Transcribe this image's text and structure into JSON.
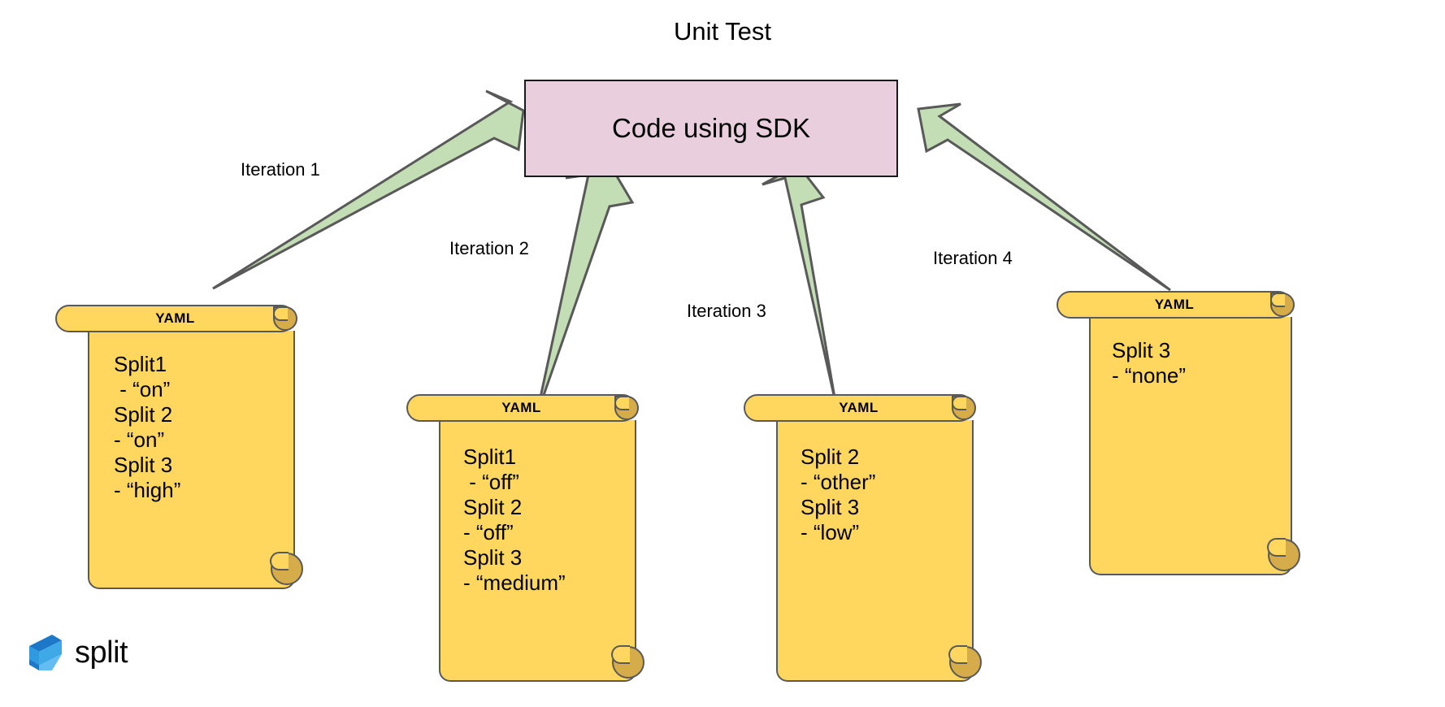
{
  "title": "Unit Test",
  "process": {
    "label": "Code using SDK",
    "fill": "#e9cfdd",
    "stroke": "#1a1a1a"
  },
  "arrow_style": {
    "fill": "#c3ddb5",
    "stroke": "#595959"
  },
  "arrows": [
    {
      "name": "iteration-1-arrow",
      "label": "Iteration 1"
    },
    {
      "name": "iteration-2-arrow",
      "label": "Iteration 2"
    },
    {
      "name": "iteration-3-arrow",
      "label": "Iteration 3"
    },
    {
      "name": "iteration-4-arrow",
      "label": "Iteration 4"
    }
  ],
  "iterations": [
    {
      "label": "Iteration 1"
    },
    {
      "label": "Iteration 2"
    },
    {
      "label": "Iteration 3"
    },
    {
      "label": "Iteration 4"
    }
  ],
  "scroll_style": {
    "fill": "#ffd75e",
    "curl_fill": "#d6ac4b",
    "stroke": "#595959"
  },
  "scrolls": [
    {
      "name": "yaml-scroll-1",
      "header": "YAML",
      "lines": [
        "Split1",
        " - “on”",
        "Split 2",
        "- “on”",
        "Split 3",
        "- “high”"
      ],
      "text": "Split1\n - “on”\nSplit 2\n- “on”\nSplit 3\n- “high”"
    },
    {
      "name": "yaml-scroll-2",
      "header": "YAML",
      "lines": [
        "Split1",
        " - “off”",
        "Split 2",
        "- “off”",
        "Split 3",
        "- “medium”"
      ],
      "text": "Split1\n - “off”\nSplit 2\n- “off”\nSplit 3\n- “medium”"
    },
    {
      "name": "yaml-scroll-3",
      "header": "YAML",
      "lines": [
        "Split 2",
        "- “other”",
        "Split 3",
        "- “low”"
      ],
      "text": "Split 2\n- “other”\nSplit 3\n- “low”"
    },
    {
      "name": "yaml-scroll-4",
      "header": "YAML",
      "lines": [
        "Split 3",
        "- “none”"
      ],
      "text": "Split 3\n- “none”"
    }
  ],
  "logo": {
    "wordmark": "split",
    "icon": "split-chevron-logo",
    "color_dark": "#1d78c8",
    "color_mid": "#2f9ae0",
    "color_light": "#63bdf2"
  }
}
